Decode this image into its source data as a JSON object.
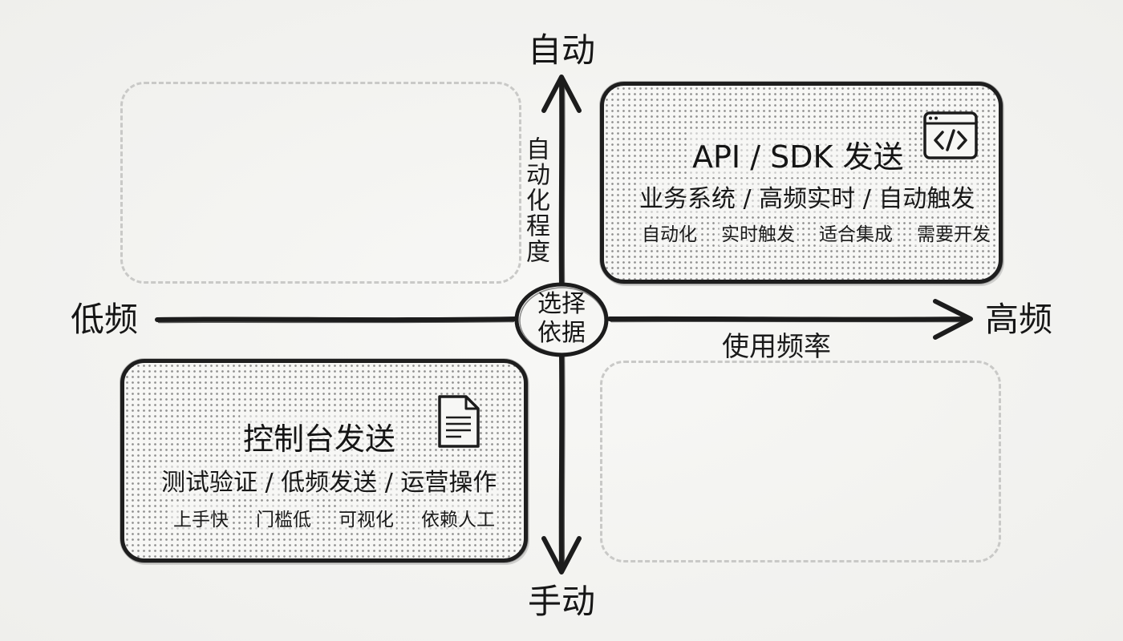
{
  "axes": {
    "top_label": "自动",
    "bottom_label": "手动",
    "left_label": "低频",
    "right_label": "高频",
    "vertical_axis_name": "自动化程度",
    "horizontal_axis_name": "使用频率"
  },
  "center": {
    "label": "选择依据"
  },
  "quadrants": {
    "top_right": {
      "title": "API / SDK 发送",
      "subtitle": "业务系统 / 高频实时 / 自动触发",
      "tags": [
        "自动化",
        "实时触发",
        "适合集成",
        "需要开发"
      ],
      "icon": "code-window-icon"
    },
    "bottom_left": {
      "title": "控制台发送",
      "subtitle": "测试验证 / 低频发送 / 运营操作",
      "tags": [
        "上手快",
        "门槛低",
        "可视化",
        "依赖人工"
      ],
      "icon": "document-icon"
    }
  },
  "colors": {
    "ink": "#1c1c1c",
    "background": "#f4f4f2",
    "dashed_border": "#c9c9c7"
  }
}
